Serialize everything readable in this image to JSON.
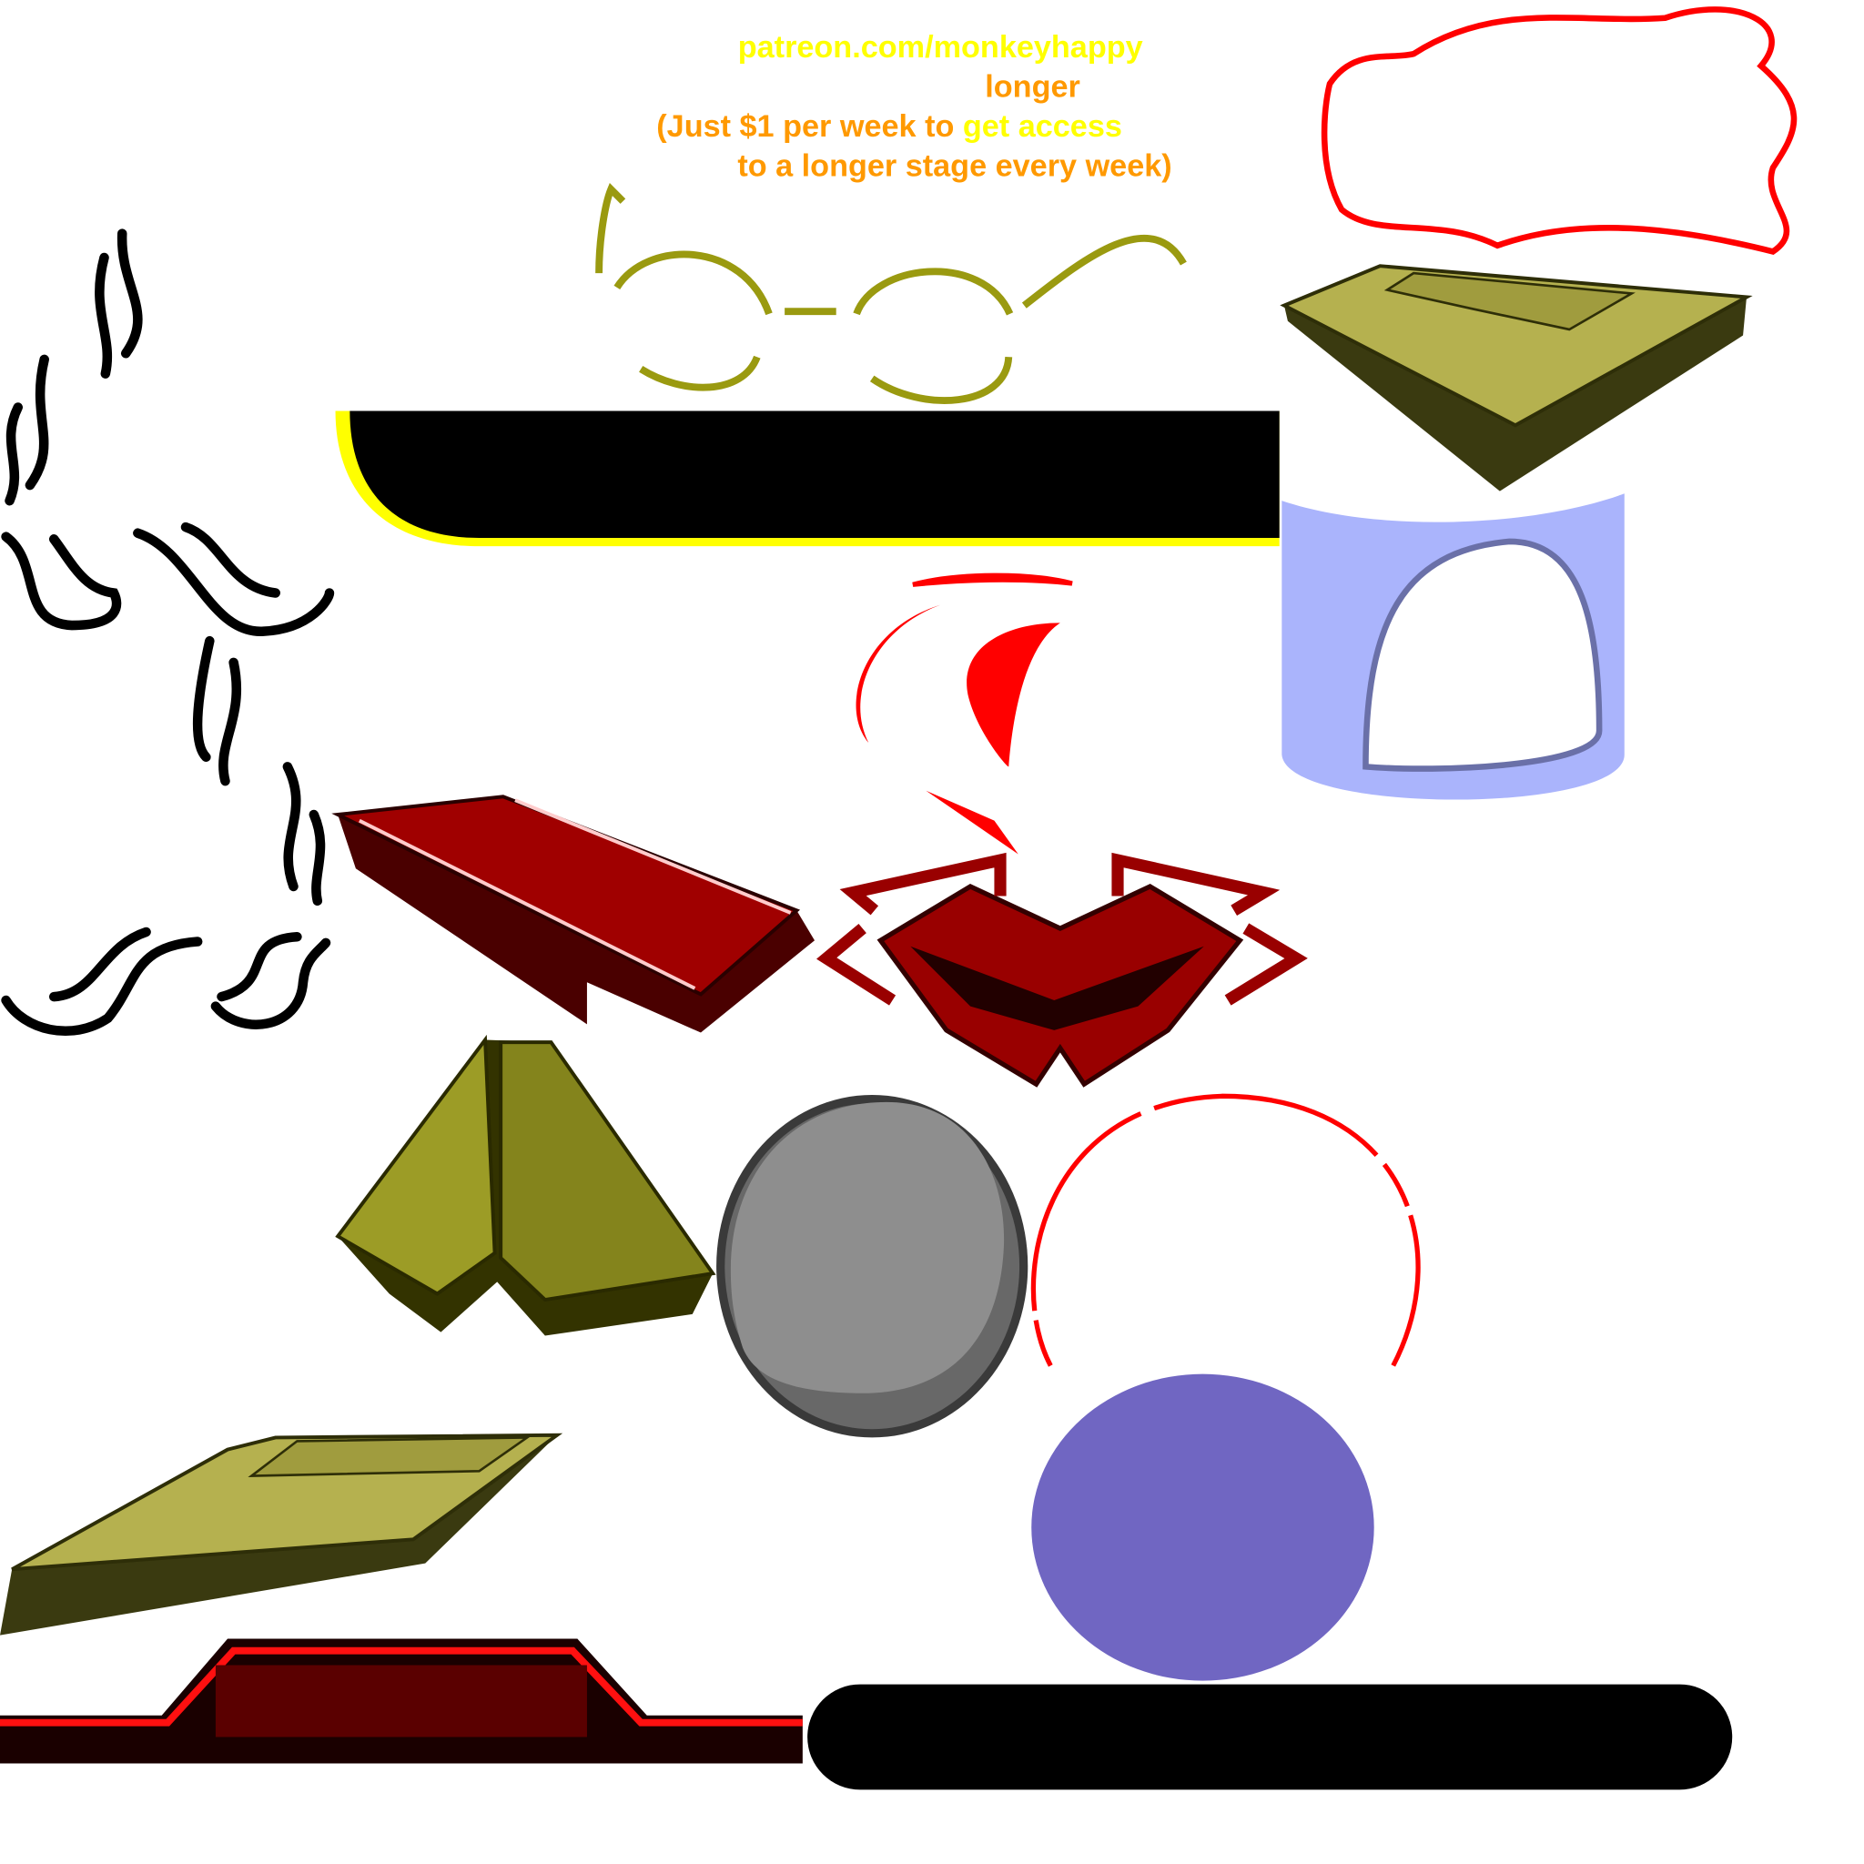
{
  "promo": {
    "line1": "patreon.com/monkeyhappy",
    "line2": "longer",
    "line3a": "(Just $1 per week to ",
    "line3b": "get access",
    "line4": "to a longer stage every week)"
  },
  "colors": {
    "yellow": "#ffff00",
    "orange": "#ff9900",
    "olive": "#b5b14f",
    "red": "#ff0000",
    "darkred": "#990000",
    "lavender": "#aab4fc",
    "purple": "#7066c2",
    "gray": "#8e8e8e"
  }
}
